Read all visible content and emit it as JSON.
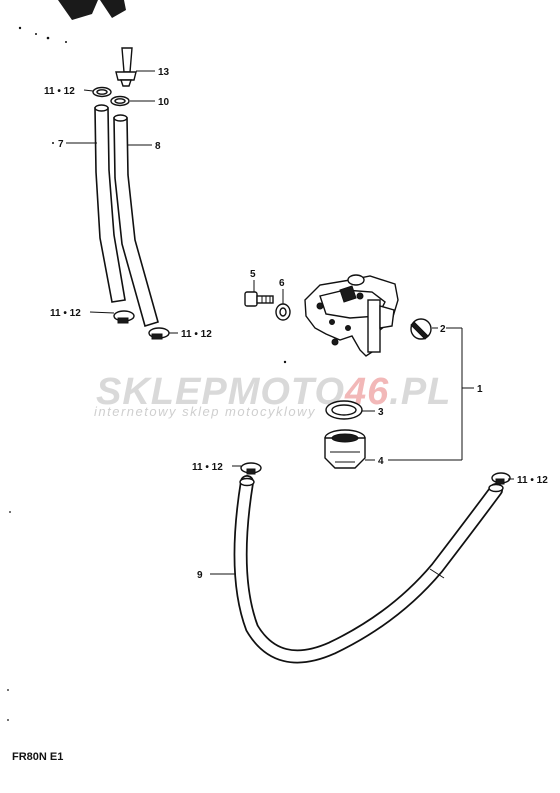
{
  "callouts": {
    "c13": "13",
    "c10": "10",
    "c11_12_top": "11 • 12",
    "c7": "7",
    "c8": "8",
    "c11_12_left": "11 • 12",
    "c11_12_mid": "11 • 12",
    "c5": "5",
    "c6": "6",
    "c2": "2",
    "c1": "1",
    "c3": "3",
    "c4": "4",
    "c11_12_low": "11 • 12",
    "c11_12_right": "11 • 12",
    "c9": "9"
  },
  "watermark": {
    "brand_a": "SKLEP",
    "brand_b": "MOTO",
    "brand_c": "46",
    "brand_d": ".PL",
    "tagline": "internetowy sklep motocyklowy"
  },
  "model_code": "FR80N E1",
  "colors": {
    "line": "#111111",
    "watermark_gray": "#d9d9d9",
    "watermark_red": "#f2b8b8"
  }
}
